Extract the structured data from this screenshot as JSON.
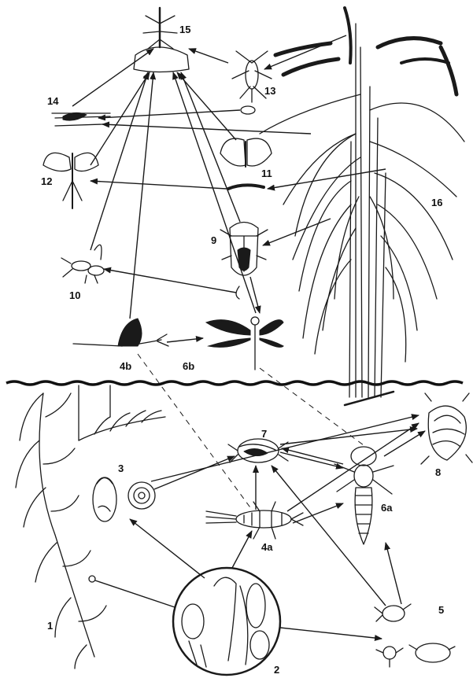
{
  "diagram": {
    "labels": {
      "n1": "1",
      "n2": "2",
      "n3": "3",
      "n4a": "4a",
      "n4b": "4b",
      "n5": "5",
      "n6a": "6a",
      "n6b": "6b",
      "n7": "7",
      "n8": "8",
      "n9": "9",
      "n10": "10",
      "n11": "11",
      "n12": "12",
      "n13": "13",
      "n14": "14",
      "n15": "15",
      "n16": "16"
    }
  }
}
